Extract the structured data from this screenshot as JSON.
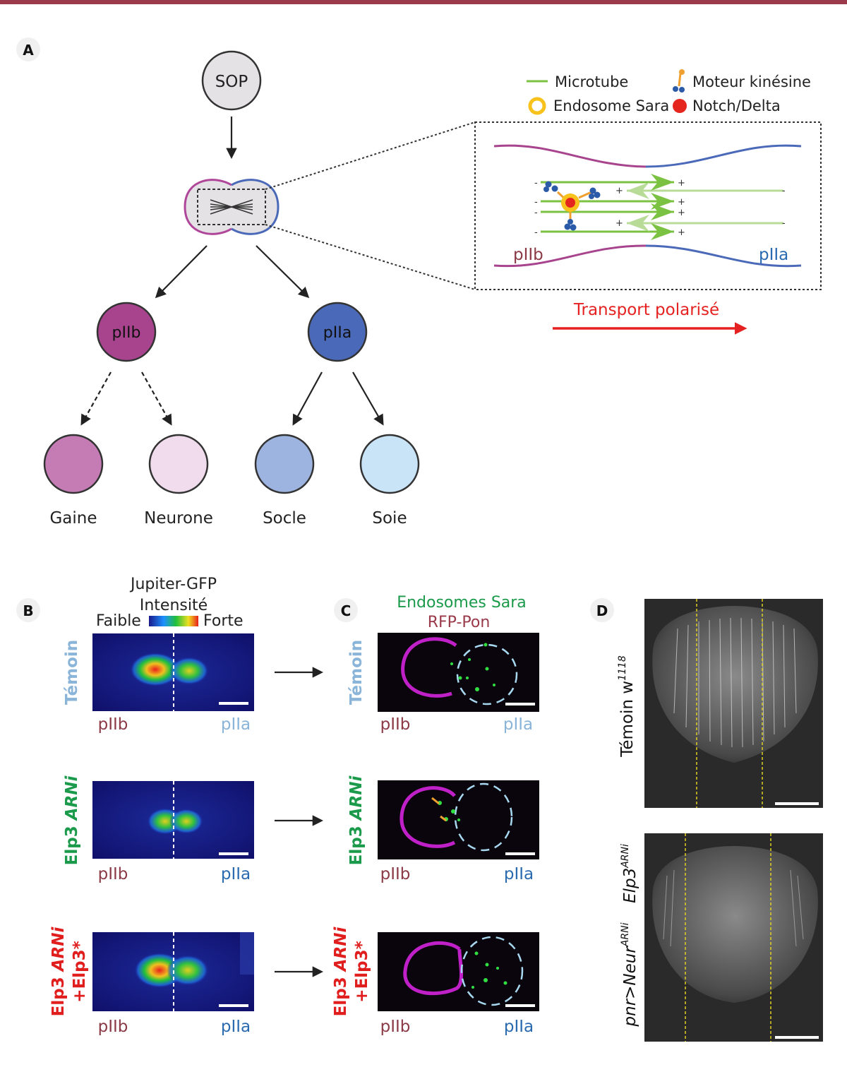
{
  "colors": {
    "top_bar": "#9b3a4a",
    "pIIb": "#a8448e",
    "pIIa": "#4a69b8",
    "gaine": "#c57cb5",
    "neurone": "#f0dcec",
    "socle": "#9db4e0",
    "soie": "#c9e3f7",
    "sop": "#e4e2e4",
    "label_pIIb": "#8b3a46",
    "label_pIIa_light": "#8ab4d8",
    "label_pIIa": "#2a6ab0",
    "temoin": "#8ab4d8",
    "elp3": "#1a9a4a",
    "rescue": "#e01e1e",
    "transport": "#e52121",
    "microtube": "#7cc242",
    "endosome": "#f7c21b",
    "notch": "#e4261f",
    "sara_label": "#1a9a4a",
    "rfp_label": "#9a3a4a"
  },
  "panel_letters": {
    "a": "A",
    "b": "B",
    "c": "C",
    "d": "D"
  },
  "panel_a": {
    "sop": "SOP",
    "pIIb": "pIIb",
    "pIIa": "pIIa",
    "leaves": [
      "Gaine",
      "Neurone",
      "Socle",
      "Soie"
    ],
    "legend": {
      "microtube": "Microtube",
      "moteur": "Moteur kinésine",
      "endosome": "Endosome Sara",
      "notch": "Notch/Delta"
    },
    "inset_pIIb": "pIIb",
    "inset_pIIa": "pIIa",
    "transport": "Transport polarisé"
  },
  "panel_b": {
    "header_1": "Jupiter-GFP",
    "header_2": "Intensité",
    "scale_low": "Faible",
    "scale_high": "Forte"
  },
  "panel_c": {
    "header_1": "Endosomes Sara",
    "header_2": "RFP-Pon"
  },
  "rows": [
    {
      "label": "Témoin",
      "label2": "",
      "left": "pIIb",
      "right": "pIIa"
    },
    {
      "label": "Elp3 ",
      "label_italic": "ARNi",
      "label2": "",
      "left": "pIIb",
      "right": "pIIa"
    },
    {
      "label": "Elp3 ",
      "label_italic": "ARNi",
      "label2": "+Elp3*",
      "left": "pIIb",
      "right": "pIIa"
    }
  ],
  "panel_d": {
    "top_label": "Témoin w",
    "top_sup": "1118",
    "bottom_label1": "Elp3",
    "bottom_sup1": "ARNi",
    "bottom_label2": "pnr>Neur",
    "bottom_sup2": "ARNi"
  }
}
